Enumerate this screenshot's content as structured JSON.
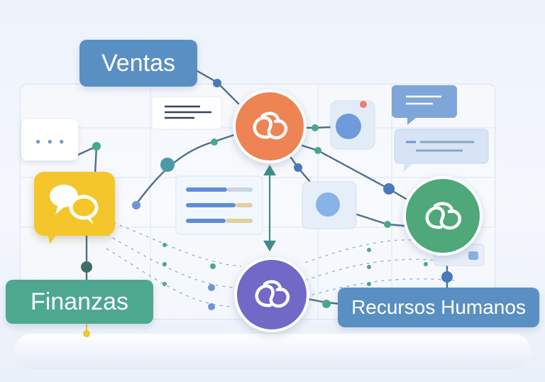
{
  "labels": {
    "ventas": "Ventas",
    "finanzas": "Finanzas",
    "recursos_humanos": "Recursos Humanos"
  },
  "icons": {
    "hub_icon": "knot-icon",
    "chat_icon": "chat-bubbles-icon",
    "typing_icon": "typing-dots-icon",
    "list_icon": "list-lines-icon"
  },
  "colors": {
    "ventas": "#5a8fc4",
    "finanzas": "#4ea890",
    "recursos_humanos": "#5a8fc4",
    "hub_orange": "#ee8453",
    "hub_green": "#4ea87a",
    "hub_purple": "#7269c6",
    "chat_yellow": "#f4c62b",
    "connector": "#4f6f8f",
    "dot_green": "#4aa88a",
    "dot_blue": "#6f95d6"
  }
}
